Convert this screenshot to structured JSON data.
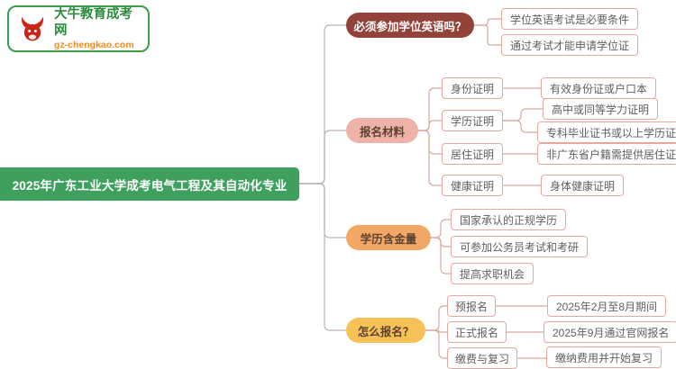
{
  "logo": {
    "site_name": "大牛教育成考网",
    "site_url": "gz-chengkao.com",
    "icon": "bull-icon",
    "border_color": "#3a9e4a"
  },
  "root": {
    "label": "2025年广东工业大学成考电气工程及其自动化专业",
    "color": "#3f9f5d"
  },
  "branches": [
    {
      "label": "必须参加学位英语吗？",
      "color": "#93423a",
      "children": [
        {
          "label": "学位英语考试是必要条件"
        },
        {
          "label": "通过考试才能申请学位证"
        }
      ]
    },
    {
      "label": "报名材料",
      "color": "#efb2a9",
      "children": [
        {
          "label": "身份证明",
          "children": [
            {
              "label": "有效身份证或户口本"
            }
          ]
        },
        {
          "label": "学历证明",
          "children": [
            {
              "label": "高中或同等学力证明"
            },
            {
              "label": "专科毕业证书或以上学历证明"
            }
          ]
        },
        {
          "label": "居住证明",
          "children": [
            {
              "label": "非广东省户籍需提供居住证"
            }
          ]
        },
        {
          "label": "健康证明",
          "children": [
            {
              "label": "身体健康证明"
            }
          ]
        }
      ]
    },
    {
      "label": "学历含金量",
      "color": "#f2a765",
      "children": [
        {
          "label": "国家承认的正规学历"
        },
        {
          "label": "可参加公务员考试和考研"
        },
        {
          "label": "提高求职机会"
        }
      ]
    },
    {
      "label": "怎么报名？",
      "color": "#f6c258",
      "children": [
        {
          "label": "预报名",
          "children": [
            {
              "label": "2025年2月至8月期间"
            }
          ]
        },
        {
          "label": "正式报名",
          "children": [
            {
              "label": "2025年9月通过官网报名"
            }
          ]
        },
        {
          "label": "缴费与复习",
          "children": [
            {
              "label": "缴纳费用并开始复习"
            }
          ]
        }
      ]
    }
  ]
}
